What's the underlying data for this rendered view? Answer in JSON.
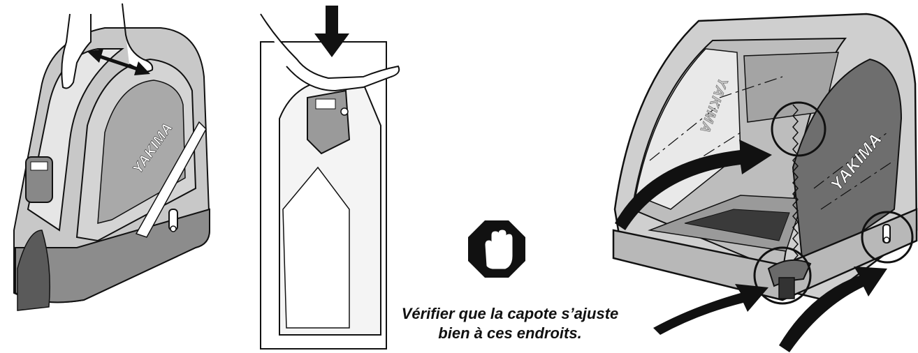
{
  "brand": {
    "label": "YAKIMA"
  },
  "caption": {
    "line1": "Vérifier que la capote s’ajuste",
    "line2": "bien à ces endroits."
  },
  "icons": {
    "stop": "stop-hand-icon",
    "down_arrow": "arrow-down-icon",
    "double_arrow": "double-arrow-icon",
    "curved_arrows": "curved-arrow-icon"
  },
  "colors": {
    "ink": "#111111",
    "light_fabric": "#d0d0d0",
    "mid_fabric": "#a8a8a8",
    "dark_fabric": "#7a7a7a",
    "window": "#bdbdbd"
  }
}
